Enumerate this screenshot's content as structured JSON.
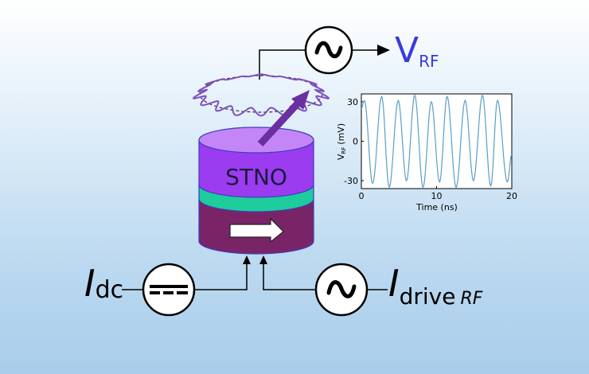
{
  "device": {
    "label": "STNO"
  },
  "output": {
    "symbol": "V",
    "subscript": "RF",
    "color": "#3a3ade"
  },
  "inputs": {
    "dc": {
      "symbol": "I",
      "subscript": "dc"
    },
    "rf": {
      "symbol": "I",
      "subscript": "drive",
      "subscript2": "RF"
    }
  },
  "colors": {
    "top_layer": "#9b3cf0",
    "top_face": "#c485f7",
    "spacer": "#1fcc9c",
    "bottom_layer": "#7a2468",
    "orbit": "#8050c0",
    "magnetization_arrow": "#6a2fa0",
    "trace": "#5a9ec8"
  },
  "chart_data": {
    "type": "line",
    "xlabel": "Time (ns)",
    "ylabel": "V",
    "ylabel_sub": "RF",
    "ylabel_unit": "(mV)",
    "xlim": [
      0,
      20
    ],
    "ylim": [
      -36,
      36
    ],
    "xticks": [
      "0",
      "10",
      "20"
    ],
    "xtick_values": [
      0,
      10,
      20
    ],
    "yticks": [
      "30",
      "0",
      "-30"
    ],
    "ytick_values": [
      30,
      0,
      -30
    ],
    "series": [
      {
        "name": "V_RF",
        "extrema_t": [
          0,
          0.4,
          1.5,
          2.7,
          3.7,
          4.9,
          6.0,
          7.1,
          8.2,
          9.3,
          10.4,
          11.4,
          12.6,
          13.8,
          14.9,
          16.1,
          17.2,
          18.1,
          19.4,
          20
        ],
        "extrema_v": [
          25,
          31,
          -32,
          34,
          -35,
          31,
          -30,
          35,
          -35,
          30,
          -31,
          34,
          -35,
          31,
          -30,
          35,
          -34,
          31,
          -31,
          -10
        ]
      }
    ]
  }
}
